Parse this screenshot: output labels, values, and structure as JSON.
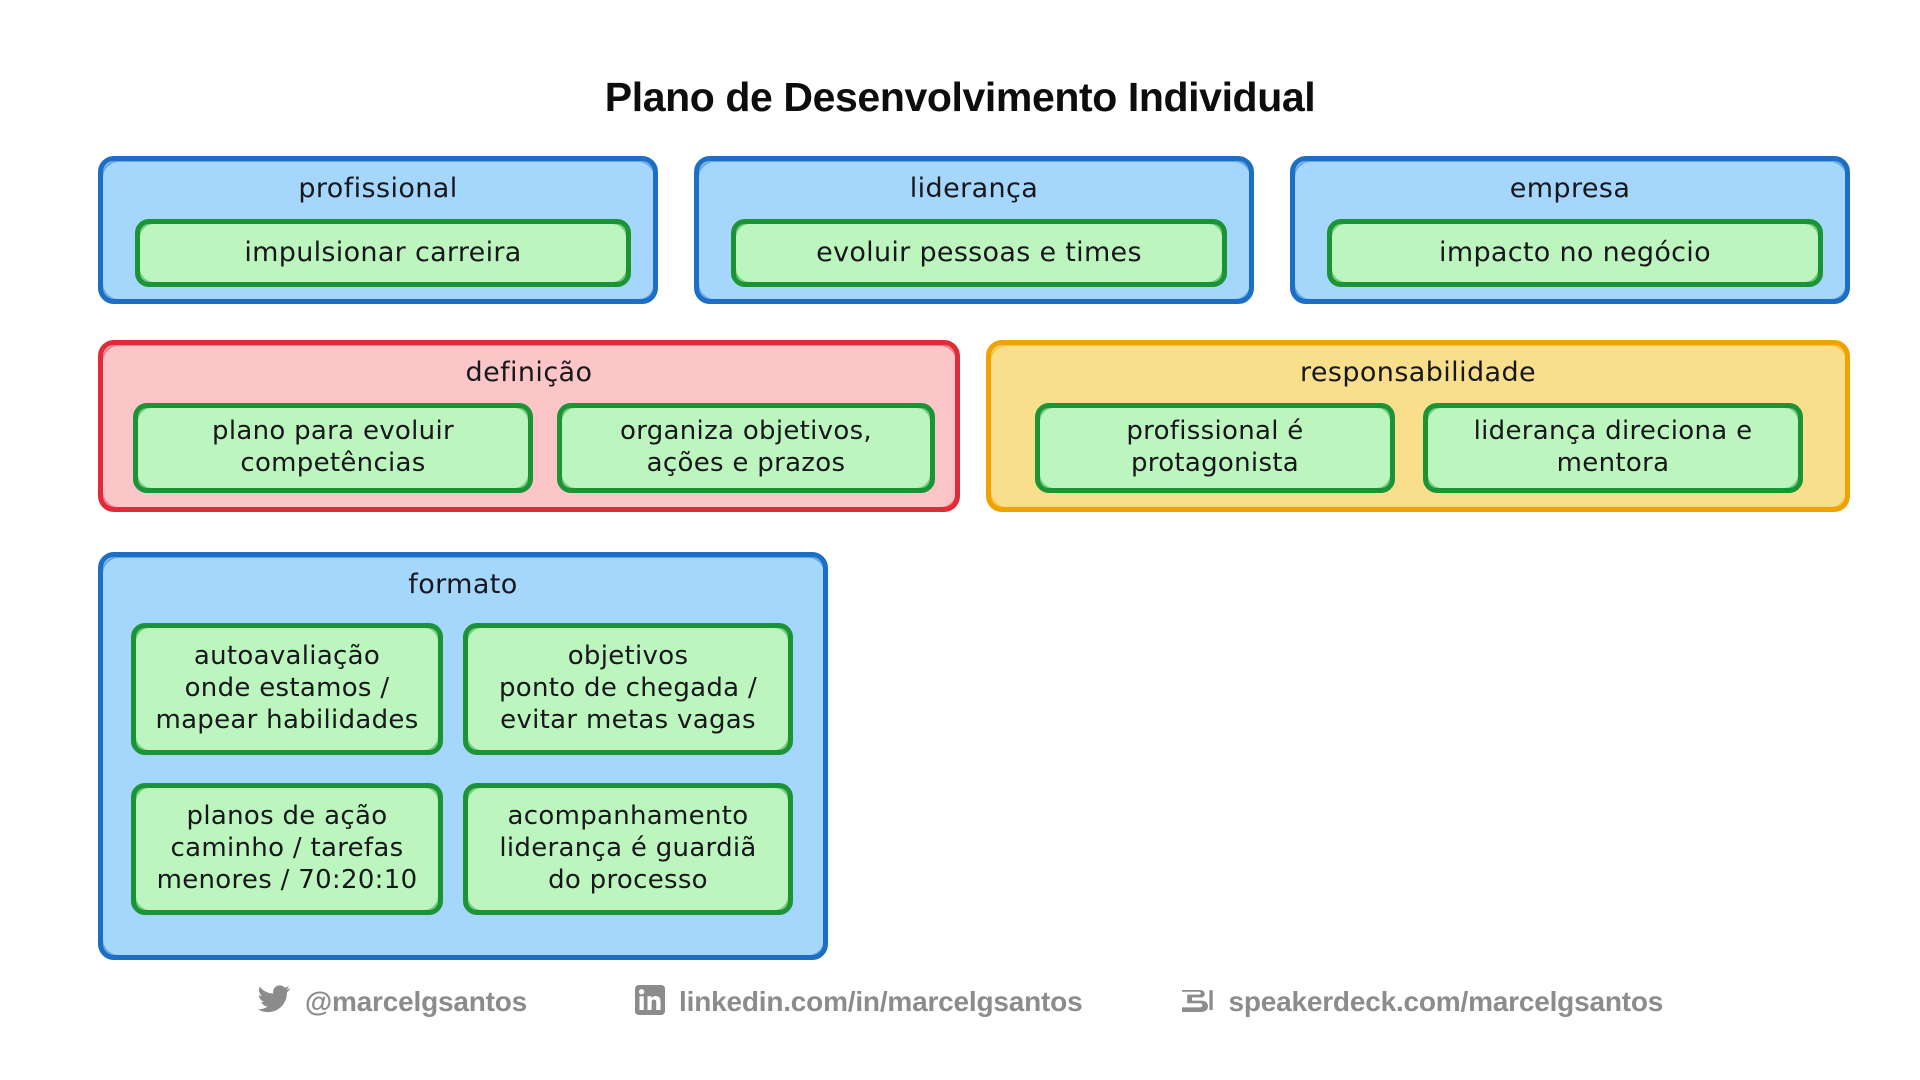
{
  "page": {
    "title": "Plano de Desenvolvimento Individual",
    "background": "#ffffff"
  },
  "colors": {
    "blue_fill": "#a5d6fc",
    "blue_stroke": "#1c6fc4",
    "pink_fill": "#fcc6c8",
    "pink_stroke": "#e02b38",
    "yellow_fill": "#f9df8c",
    "yellow_stroke": "#f0a202",
    "green_fill": "#bdf5be",
    "green_stroke": "#1a9434",
    "text": "#17171c",
    "footer_text": "#8c8c8c"
  },
  "sections": {
    "profissional": {
      "label": "profissional",
      "theme": "blue",
      "cards": [
        {
          "text": "impulsionar carreira"
        }
      ]
    },
    "lideranca": {
      "label": "liderança",
      "theme": "blue",
      "cards": [
        {
          "text": "evoluir pessoas e times"
        }
      ]
    },
    "empresa": {
      "label": "empresa",
      "theme": "blue",
      "cards": [
        {
          "text": "impacto no negócio"
        }
      ]
    },
    "definicao": {
      "label": "definição",
      "theme": "pink",
      "cards": [
        {
          "text": "plano para evoluir\ncompetências"
        },
        {
          "text": "organiza objetivos,\nações e prazos"
        }
      ]
    },
    "responsabilidade": {
      "label": "responsabilidade",
      "theme": "yellow",
      "cards": [
        {
          "text": "profissional é\nprotagonista"
        },
        {
          "text": "liderança direciona e\nmentora"
        }
      ]
    },
    "formato": {
      "label": "formato",
      "theme": "blue",
      "cards": [
        {
          "text": "autoavaliação\nonde estamos /\nmapear habilidades"
        },
        {
          "text": "objetivos\nponto de chegada /\nevitar metas vagas"
        },
        {
          "text": "planos de ação\ncaminho / tarefas\nmenores / 70:20:10"
        },
        {
          "text": "acompanhamento\nliderança é guardiã\ndo processo"
        }
      ]
    }
  },
  "footer": {
    "items": [
      {
        "icon": "twitter-icon",
        "label": "@marcelgsantos"
      },
      {
        "icon": "linkedin-icon",
        "label": "linkedin.com/in/marcelgsantos"
      },
      {
        "icon": "speakerdeck-icon",
        "label": "speakerdeck.com/marcelgsantos"
      }
    ]
  }
}
